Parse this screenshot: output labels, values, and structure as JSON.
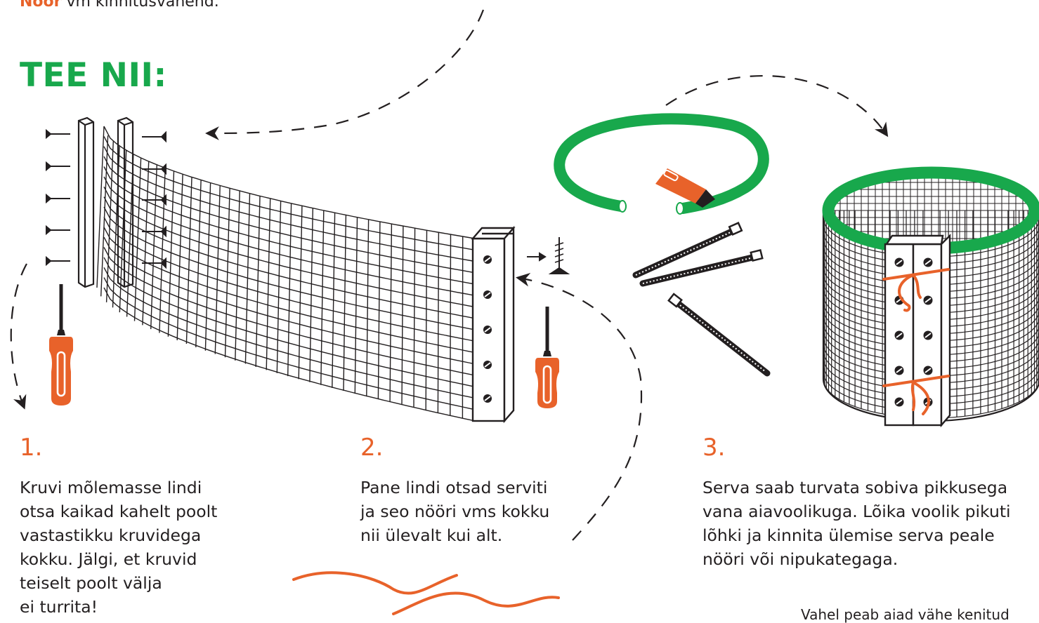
{
  "colors": {
    "green": "#18a84c",
    "orange": "#e8622a",
    "ink": "#231f20"
  },
  "header": {
    "top_bold": "Nöör",
    "top_rest": " vm kinnitusvahend.",
    "title": "TEE NII:"
  },
  "steps": [
    {
      "number": "1.",
      "text": "Kruvi mõlemasse lindi\notsa kaikad kahelt poolt\nvastastikku kruvidega\nkokku. Jälgi, et kruvid\nteiselt poolt välja\nei turrita!"
    },
    {
      "number": "2.",
      "text": "Pane lindi otsad serviti\nja seo nööri vms kokku\nnii ülevalt kui alt."
    },
    {
      "number": "3.",
      "text": "Serva saab turvata sobiva pikkusega\nvana aiavoolikuga. Lõika voolik pikuti\nlõhki ja kinnita ülemise serva peale\nnööri või nipukategaga."
    }
  ],
  "footer_cut": "Vahel peab aiad vähe kenitud",
  "icons": [
    "screw-icon",
    "wooden-slat-icon",
    "screwdriver-icon",
    "wire-mesh-icon",
    "garden-hose-icon",
    "utility-knife-icon",
    "cable-tie-icon",
    "string-icon",
    "mesh-cylinder-icon",
    "dashed-arrow-icon"
  ]
}
